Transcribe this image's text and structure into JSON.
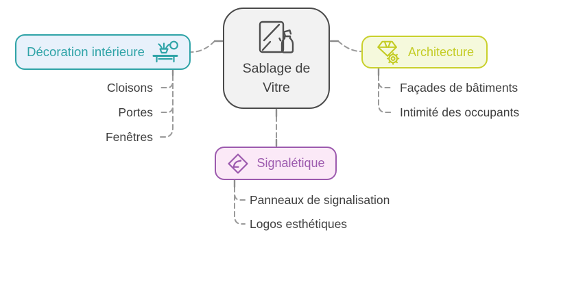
{
  "canvas": {
    "background": "#ffffff",
    "connector_color": "#999999"
  },
  "center": {
    "label": "Sablage de Vitre",
    "icon": "window-cleaning-icon",
    "border_color": "#4a4a4a",
    "fill": "#f2f2f2",
    "text_color": "#404040"
  },
  "branches": [
    {
      "label": "Décoration intérieure",
      "icon": "interior-decor-icon",
      "accent": "#2ea3a7",
      "fill": "#e8f1fb",
      "children": [
        "Cloisons",
        "Portes",
        "Fenêtres"
      ]
    },
    {
      "label": "Architecture",
      "icon": "gem-gear-icon",
      "accent": "#c9d02c",
      "fill": "#f5f9dc",
      "children": [
        "Façades de bâtiments",
        "Intimité des occupants"
      ]
    },
    {
      "label": "Signalétique",
      "icon": "road-sign-icon",
      "accent": "#9c5aae",
      "fill": "#fbe9f7",
      "children": [
        "Panneaux de signalisation",
        "Logos esthétiques"
      ]
    }
  ]
}
